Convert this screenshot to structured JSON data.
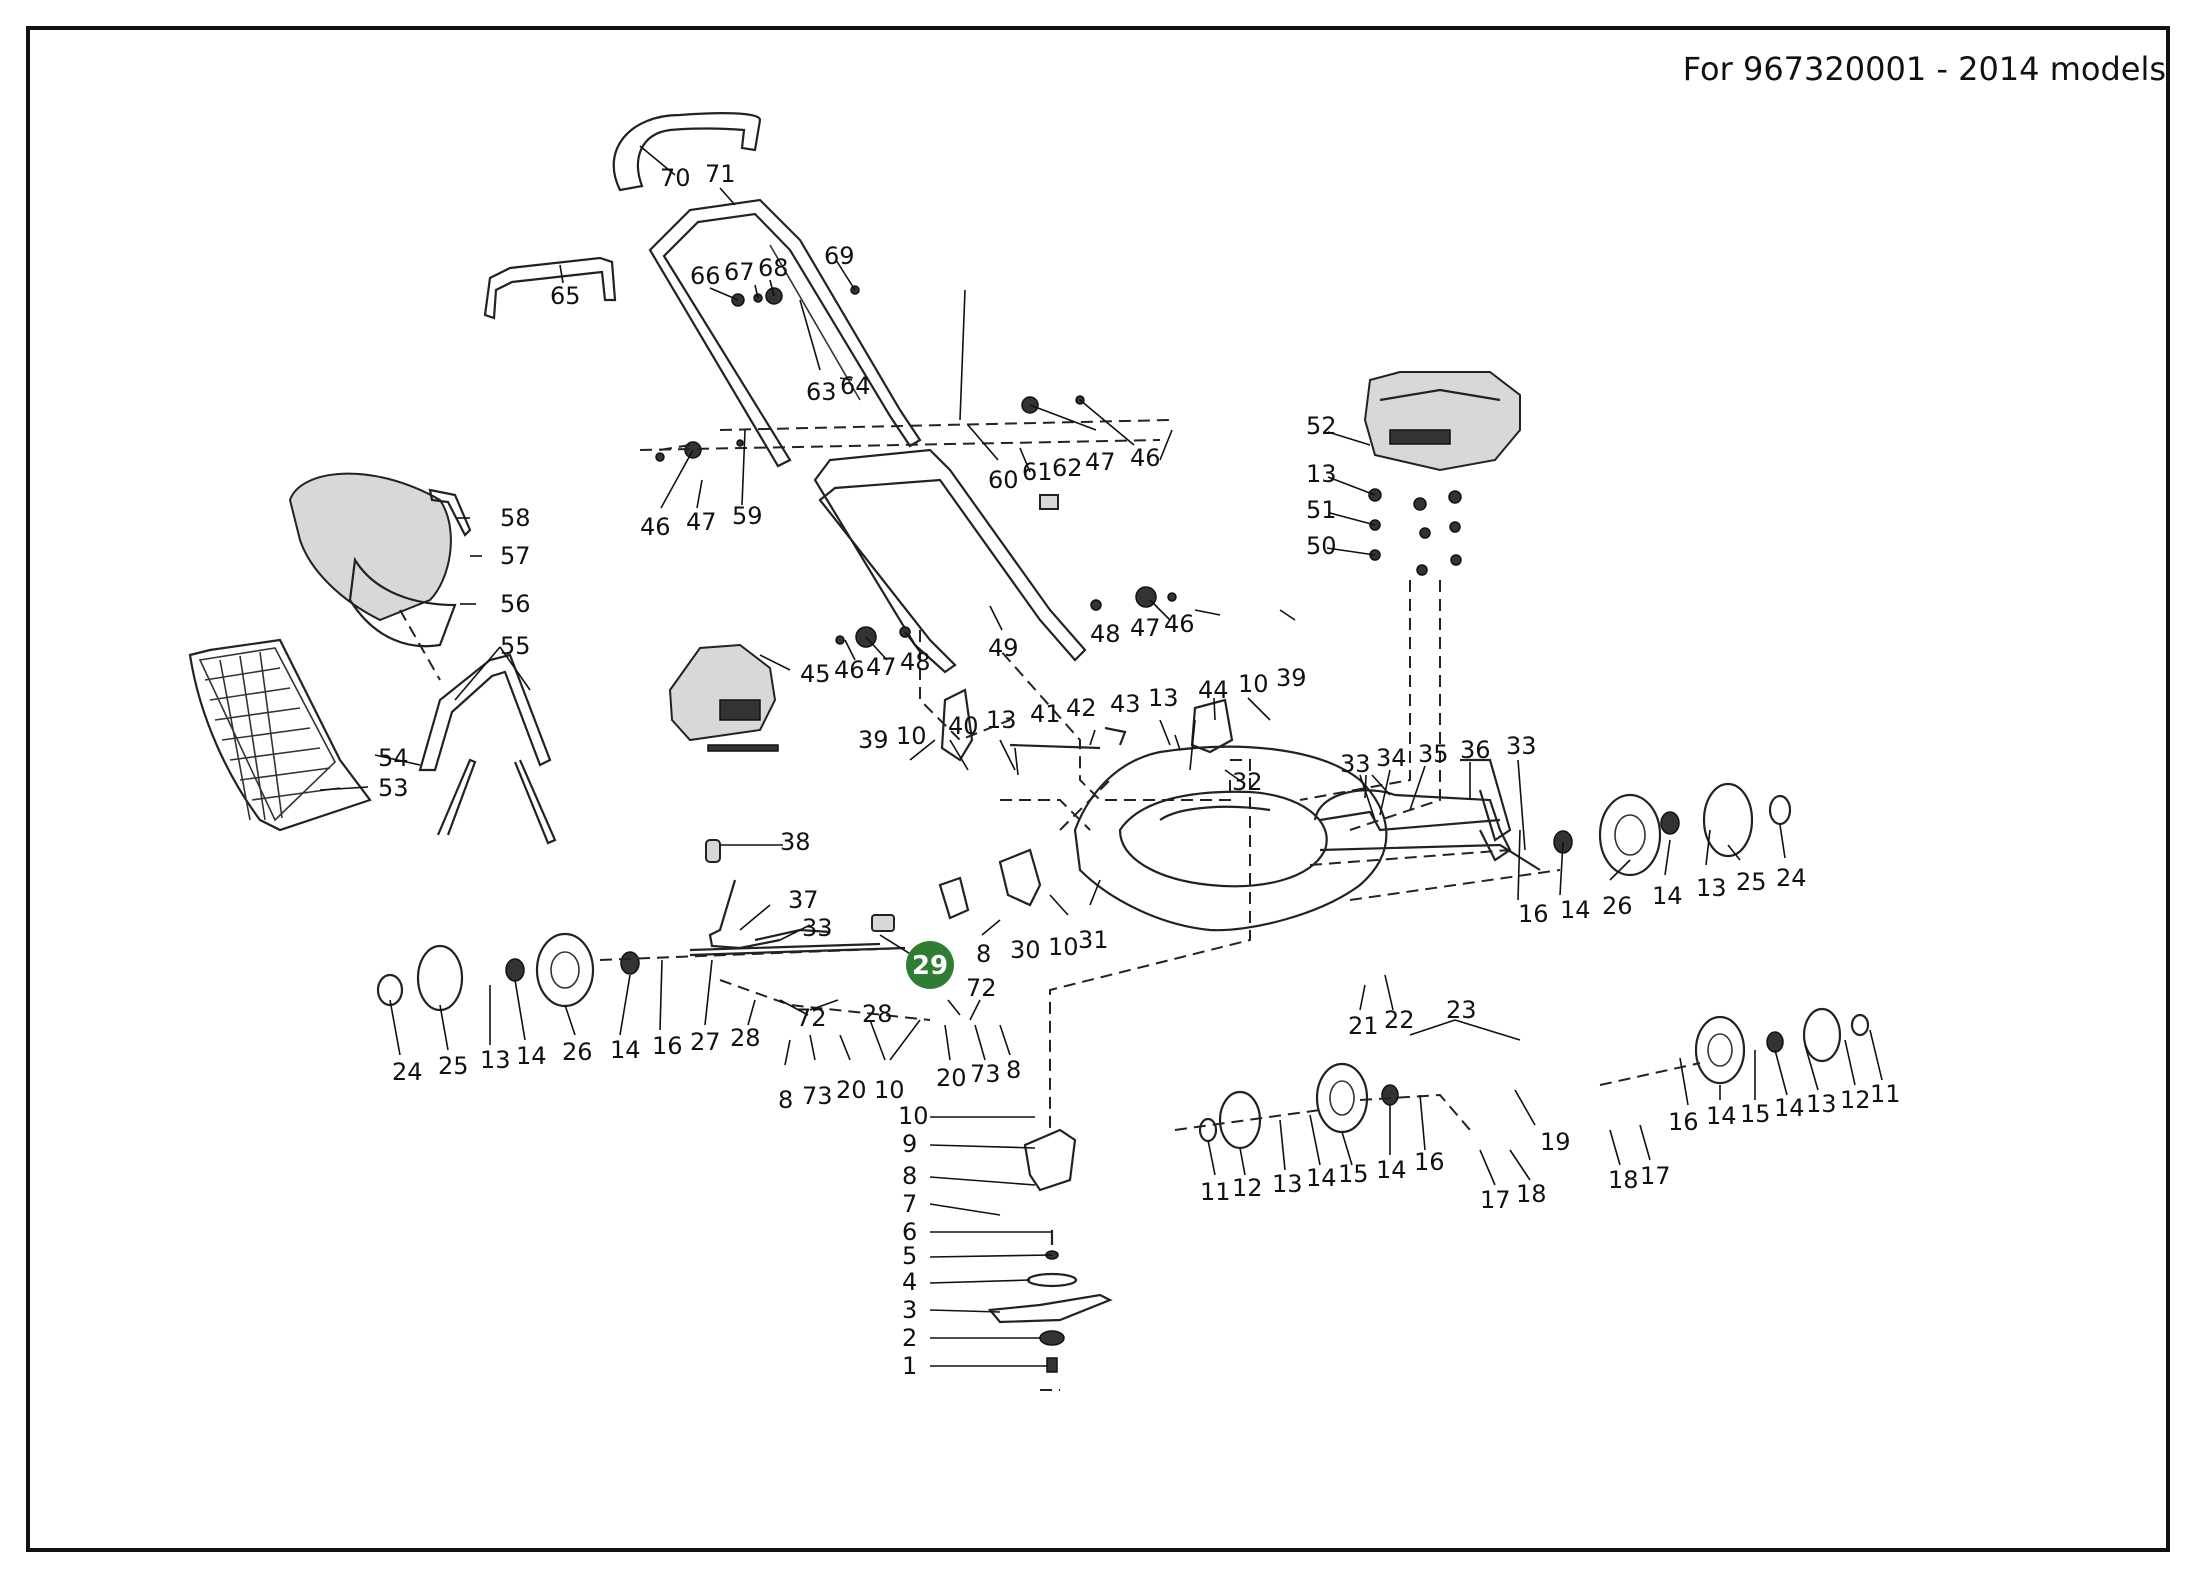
{
  "header": {
    "model_text": "For 967320001 - 2014 models"
  },
  "highlight": {
    "part": "29",
    "color": "#2e7d32"
  },
  "labels": {
    "l70": "70",
    "l71": "71",
    "l69": "69",
    "l66": "66",
    "l67": "67",
    "l68": "68",
    "l65": "65",
    "l63": "63",
    "l64": "64",
    "l60": "60",
    "l61": "61",
    "l62": "62",
    "l47a": "47",
    "l46a": "46",
    "l46b": "46",
    "l47b": "47",
    "l59": "59",
    "l58": "58",
    "l57": "57",
    "l56": "56",
    "l55": "55",
    "l54": "54",
    "l53": "53",
    "l52": "52",
    "l13a": "13",
    "l51": "51",
    "l50": "50",
    "l45": "45",
    "l46c": "46",
    "l47c": "47",
    "l48a": "48",
    "l49": "49",
    "l48b": "48",
    "l47d": "47",
    "l46d": "46",
    "l39a": "39",
    "l10a": "10",
    "l40": "40",
    "l13b": "13",
    "l41": "41",
    "l42": "42",
    "l43": "43",
    "l13c": "13",
    "l44": "44",
    "l10b": "10",
    "l39b": "39",
    "l32": "32",
    "l33a": "33",
    "l34": "34",
    "l35": "35",
    "l36": "36",
    "l33b": "33",
    "l38": "38",
    "l37": "37",
    "l33c": "33",
    "l8a": "8",
    "l30": "30",
    "l10c": "10",
    "l31": "31",
    "l16a": "16",
    "l14a": "14",
    "l26a": "26",
    "l14b": "14",
    "l13d": "13",
    "l25a": "25",
    "l24a": "24",
    "l24b": "24",
    "l25b": "25",
    "l13e": "13",
    "l14c": "14",
    "l26b": "26",
    "l14d": "14",
    "l16b": "16",
    "l27": "27",
    "l28a": "28",
    "l28b": "28",
    "l72a": "72",
    "l72b": "72",
    "l8b": "8",
    "l73a": "73",
    "l20a": "20",
    "l10d": "10",
    "l20b": "20",
    "l73b": "73",
    "l8c": "8",
    "l21": "21",
    "l22": "22",
    "l23": "23",
    "l16c": "16",
    "l14e": "14",
    "l15a": "15",
    "l14f": "14",
    "l13f": "13",
    "l12a": "12",
    "l11a": "11",
    "l11b": "11",
    "l12b": "12",
    "l13g": "13",
    "l14g": "14",
    "l15b": "15",
    "l14h": "14",
    "l16d": "16",
    "l19": "19",
    "l17a": "17",
    "l18a": "18",
    "l18b": "18",
    "l17b": "17",
    "l10e": "10",
    "l9": "9",
    "l8d": "8",
    "l7": "7",
    "l6": "6",
    "l5": "5",
    "l4": "4",
    "l3": "3",
    "l2": "2",
    "l1": "1"
  }
}
